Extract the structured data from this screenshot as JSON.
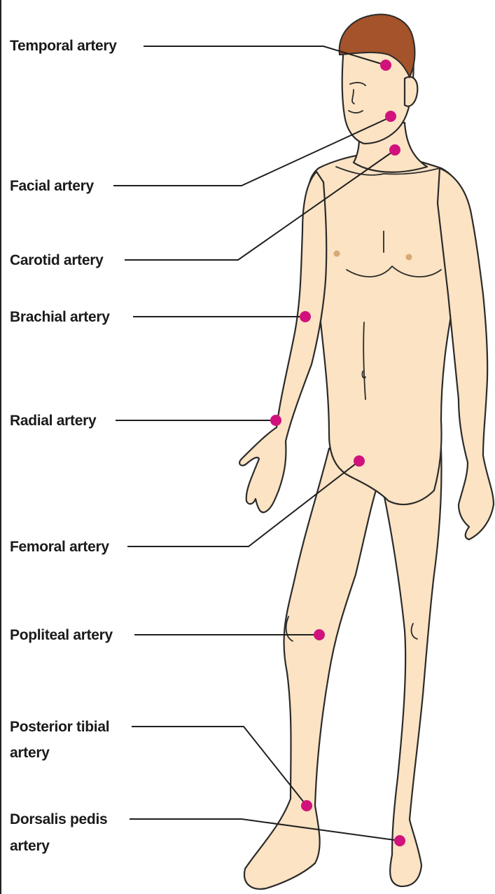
{
  "labels": {
    "temporal": "Temporal artery",
    "facial": "Facial artery",
    "carotid": "Carotid artery",
    "brachial": "Brachial artery",
    "radial": "Radial artery",
    "femoral": "Femoral artery",
    "popliteal": "Popliteal artery",
    "posterior_tibial": [
      "Posterior tibial",
      "artery"
    ],
    "dorsalis_pedis": [
      "Dorsalis pedis",
      "artery"
    ]
  },
  "colors": {
    "skin": "#fbe3c3",
    "outline": "#2b2b2b",
    "hair": "#a4532a",
    "pulse_point": "#d1127c",
    "leader_line": "#1f1f1f"
  }
}
